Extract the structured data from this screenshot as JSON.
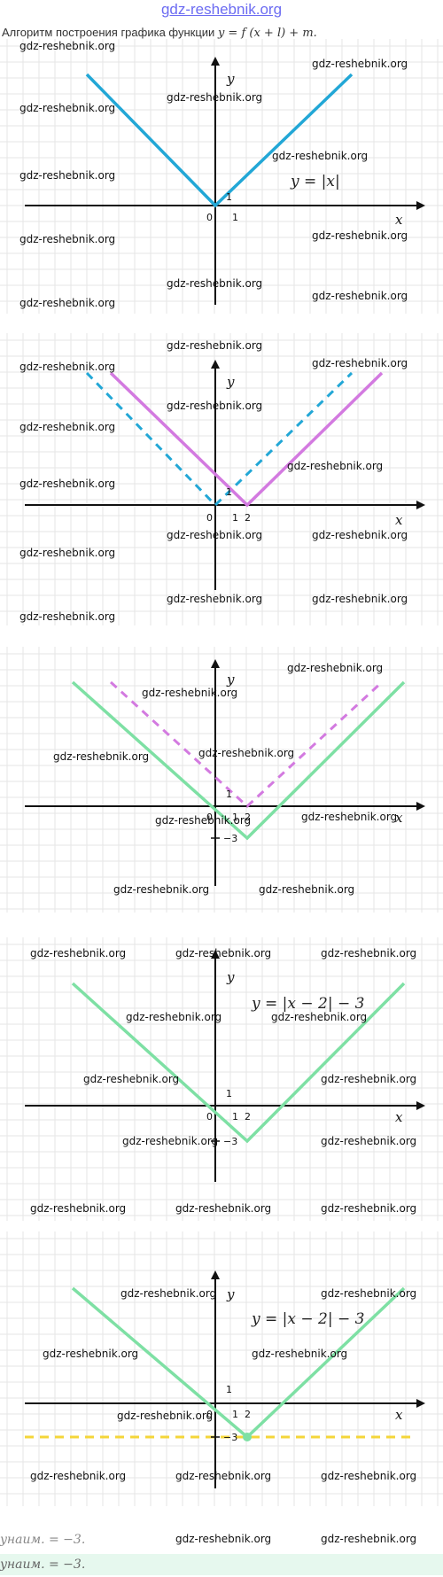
{
  "site_link": "gdz-reshebnik.org",
  "heading": {
    "text": "Алгоритм построения графика функции",
    "formula": "y = f (x + l) + m."
  },
  "watermark": "gdz-reshebnik.org",
  "axis": {
    "x": "x",
    "y": "y",
    "origin": "0"
  },
  "ticks": {
    "one": "1",
    "two": "2",
    "neg_three": "−3"
  },
  "panels": [
    {
      "formula": "y = |x|"
    },
    {
      "formula": ""
    },
    {
      "formula": ""
    },
    {
      "formula": "y = |x − 2| − 3"
    },
    {
      "formula": "y = |x − 2| − 3"
    }
  ],
  "answer": {
    "line1": "yнаим. = −3.",
    "line2": "yнаим. = −3."
  },
  "colors": {
    "blue": "#22a7d6",
    "purple": "#d37ae0",
    "green": "#7ee0a4",
    "yellow": "#f4d63a",
    "grid": "#e6e6e6"
  }
}
